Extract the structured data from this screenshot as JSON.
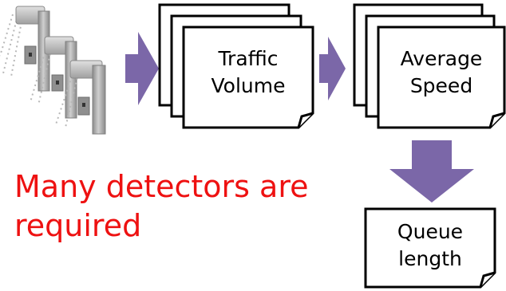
{
  "colors": {
    "arrow": "#7b67a8",
    "note_text": "#ee1111",
    "detector": "#a6a6a6"
  },
  "detectors": {
    "icon": "roadside-detector-pole-icon"
  },
  "stacks": {
    "traffic_volume": [
      "Traffic",
      "Volume"
    ],
    "average_speed": [
      "Average",
      "Speed"
    ]
  },
  "queue": [
    "Queue",
    "length"
  ],
  "note": [
    "Many detectors are",
    "required"
  ]
}
